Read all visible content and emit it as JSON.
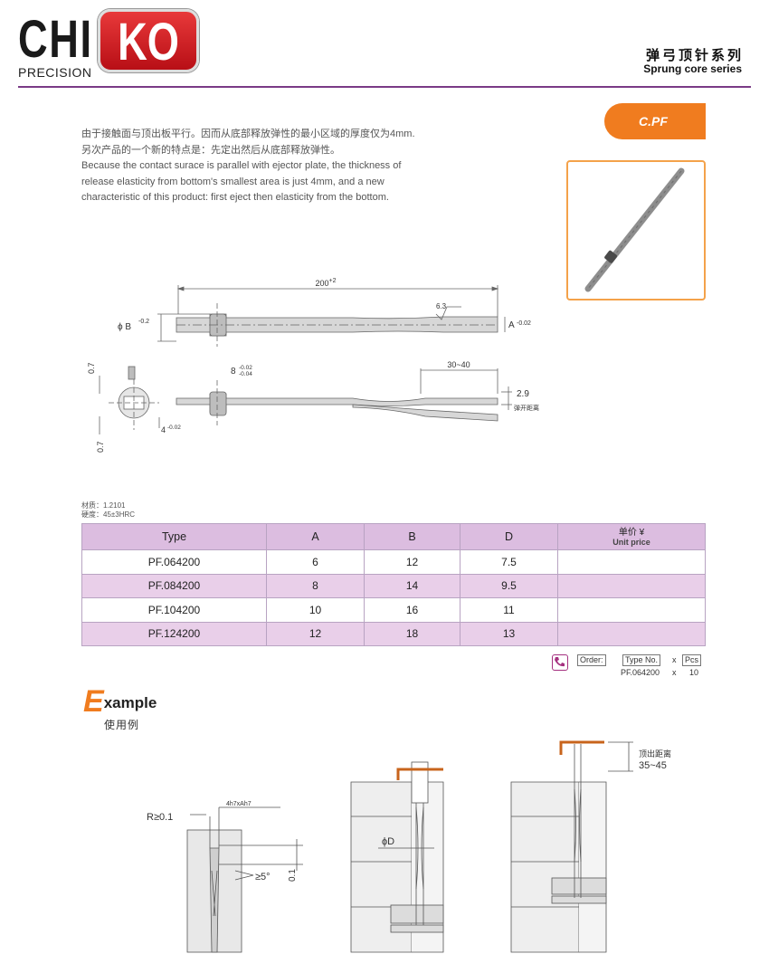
{
  "header": {
    "logo_left": "CHI",
    "logo_right": "KO",
    "logo_sub": "PRECISION",
    "title_cn": "弹弓顶针系列",
    "title_en": "Sprung core series"
  },
  "intro": {
    "lines": [
      "由于接触面与顶出板平行。因而从底部释放弹性的最小区域的厚度仅为4mm.",
      "另次产品的一个新的特点是：先定出然后从底部释放弹性。",
      "Because the contact surace is parallel with ejector plate, the thickness of",
      "release elasticity from bottom's smallest area is just 4mm, and a new",
      "characteristic of this product: first eject then elasticity from the bottom."
    ]
  },
  "product_tag": "C.PF",
  "drawing": {
    "length": "200",
    "length_tol": "+2",
    "roughness": "6.3",
    "b_label": "ϕ B",
    "b_tol": "-0.2",
    "a_label": "A",
    "a_tol": "-0.02",
    "slot_w": "8",
    "slot_tol_up": "-0.02",
    "slot_tol_dn": "-0.04",
    "split_len": "30~40",
    "gap": "2.9",
    "gap_label": "弹开距离",
    "dim_07": "0.7",
    "dim_4": "4",
    "dim_4_tol": "-0.02"
  },
  "material": {
    "line1": "材质：1.2101",
    "line2": "硬度：45±3HRC"
  },
  "table": {
    "headers": {
      "type": "Type",
      "a": "A",
      "b": "B",
      "d": "D",
      "unit_price_cn": "单价 ¥",
      "unit_price_en": "Unit price"
    },
    "rows": [
      {
        "type": "PF.064200",
        "a": "6",
        "b": "12",
        "d": "7.5",
        "price": ""
      },
      {
        "type": "PF.084200",
        "a": "8",
        "b": "14",
        "d": "9.5",
        "price": ""
      },
      {
        "type": "PF.104200",
        "a": "10",
        "b": "16",
        "d": "11",
        "price": ""
      },
      {
        "type": "PF.124200",
        "a": "12",
        "b": "18",
        "d": "13",
        "price": ""
      }
    ]
  },
  "order": {
    "label": "Order:",
    "type_no": "Type No.",
    "x": "x",
    "pcs": "Pcs",
    "example_type": "PF.064200",
    "example_x": "x",
    "example_qty": "10"
  },
  "example": {
    "title_initial": "E",
    "title_rest": "xample",
    "title_cn": "使用例",
    "r_label": "R≥0.1",
    "fit_label": "4h7xAh7",
    "angle_label": "≥5°",
    "dim_01": "0.1",
    "phi_d": "ϕD",
    "eject_cn": "顶出距离",
    "eject_range": "35~45"
  },
  "colors": {
    "accent_orange": "#f07c1f",
    "brand_red": "#d6262b",
    "rule_purple": "#7a3b86",
    "table_header": "#dcbde0",
    "table_alt": "#e9cfe9"
  }
}
